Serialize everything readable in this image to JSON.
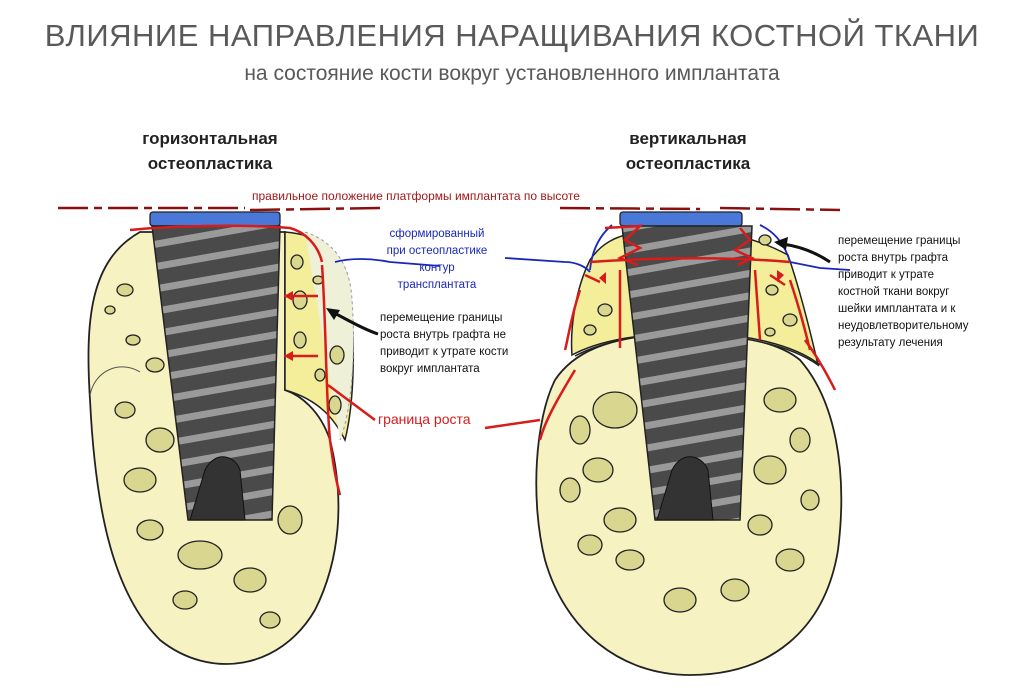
{
  "title": "ВЛИЯНИЕ НАПРАВЛЕНИЯ НАРАЩИВАНИЯ КОСТНОЙ ТКАНИ",
  "subtitle": "на состояние кости вокруг установленного имплантата",
  "left": {
    "heading_line1": "горизонтальная",
    "heading_line2": "остеопластика",
    "contour_note": [
      "сформированный",
      "при остеопластике",
      "контур",
      "трансплантата"
    ],
    "shift_note": [
      "перемещение границы",
      "роста внутрь графта не",
      "приводит к утрате кости",
      "вокруг имплантата"
    ],
    "growth_label": "граница роста"
  },
  "right": {
    "heading_line1": "вертикальная",
    "heading_line2": "остеопластика",
    "shift_note": [
      "перемещение границы",
      "роста внутрь графта",
      "приводит к утрате",
      "костной ткани вокруг",
      "шейки имплантата и к",
      "неудовлетворительному",
      "результату лечения"
    ]
  },
  "platform_label": "правильное положение платформы имплантата по высоте",
  "colors": {
    "bone": "#f7f2c2",
    "graft": "#f4ee9a",
    "implant": "#4a4a4a",
    "thread": "#8a8a8a",
    "platform": "#4a78d8",
    "growth": "#d81b1b",
    "contour": "#1a27b8"
  }
}
